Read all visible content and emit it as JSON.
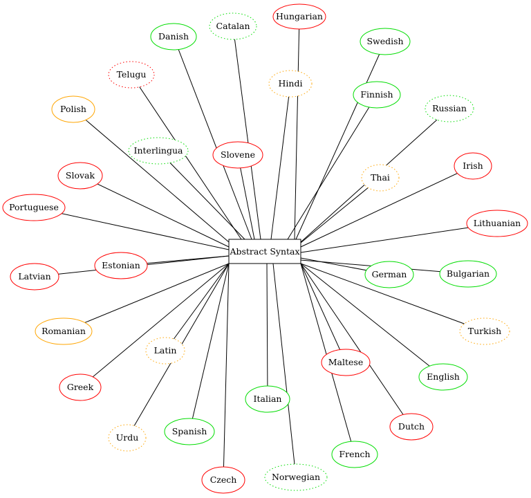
{
  "hub": {
    "label": "Abstract Syntax"
  },
  "colors": {
    "red": "#ff0000",
    "green": "#00dd00",
    "orange": "#ffa500",
    "edge": "#000000"
  },
  "nodes": [
    {
      "label": "Hungarian",
      "color": "red",
      "style": "solid"
    },
    {
      "label": "Catalan",
      "color": "green",
      "style": "dotted"
    },
    {
      "label": "Danish",
      "color": "green",
      "style": "solid"
    },
    {
      "label": "Swedish",
      "color": "green",
      "style": "solid"
    },
    {
      "label": "Telugu",
      "color": "red",
      "style": "dotted"
    },
    {
      "label": "Hindi",
      "color": "orange",
      "style": "dotted"
    },
    {
      "label": "Finnish",
      "color": "green",
      "style": "solid"
    },
    {
      "label": "Polish",
      "color": "orange",
      "style": "solid"
    },
    {
      "label": "Russian",
      "color": "green",
      "style": "dotted"
    },
    {
      "label": "Interlingua",
      "color": "green",
      "style": "dotted"
    },
    {
      "label": "Slovene",
      "color": "red",
      "style": "solid"
    },
    {
      "label": "Irish",
      "color": "red",
      "style": "solid"
    },
    {
      "label": "Slovak",
      "color": "red",
      "style": "solid"
    },
    {
      "label": "Thai",
      "color": "orange",
      "style": "dotted"
    },
    {
      "label": "Portuguese",
      "color": "red",
      "style": "solid"
    },
    {
      "label": "Lithuanian",
      "color": "red",
      "style": "solid"
    },
    {
      "label": "Estonian",
      "color": "red",
      "style": "solid"
    },
    {
      "label": "Latvian",
      "color": "red",
      "style": "solid"
    },
    {
      "label": "German",
      "color": "green",
      "style": "solid"
    },
    {
      "label": "Bulgarian",
      "color": "green",
      "style": "solid"
    },
    {
      "label": "Romanian",
      "color": "orange",
      "style": "solid"
    },
    {
      "label": "Turkish",
      "color": "orange",
      "style": "dotted"
    },
    {
      "label": "Latin",
      "color": "orange",
      "style": "dotted"
    },
    {
      "label": "Maltese",
      "color": "red",
      "style": "solid"
    },
    {
      "label": "English",
      "color": "green",
      "style": "solid"
    },
    {
      "label": "Greek",
      "color": "red",
      "style": "solid"
    },
    {
      "label": "Italian",
      "color": "green",
      "style": "solid"
    },
    {
      "label": "Urdu",
      "color": "orange",
      "style": "dotted"
    },
    {
      "label": "Spanish",
      "color": "green",
      "style": "solid"
    },
    {
      "label": "Dutch",
      "color": "red",
      "style": "solid"
    },
    {
      "label": "French",
      "color": "green",
      "style": "solid"
    },
    {
      "label": "Czech",
      "color": "red",
      "style": "solid"
    },
    {
      "label": "Norwegian",
      "color": "green",
      "style": "dotted"
    }
  ]
}
